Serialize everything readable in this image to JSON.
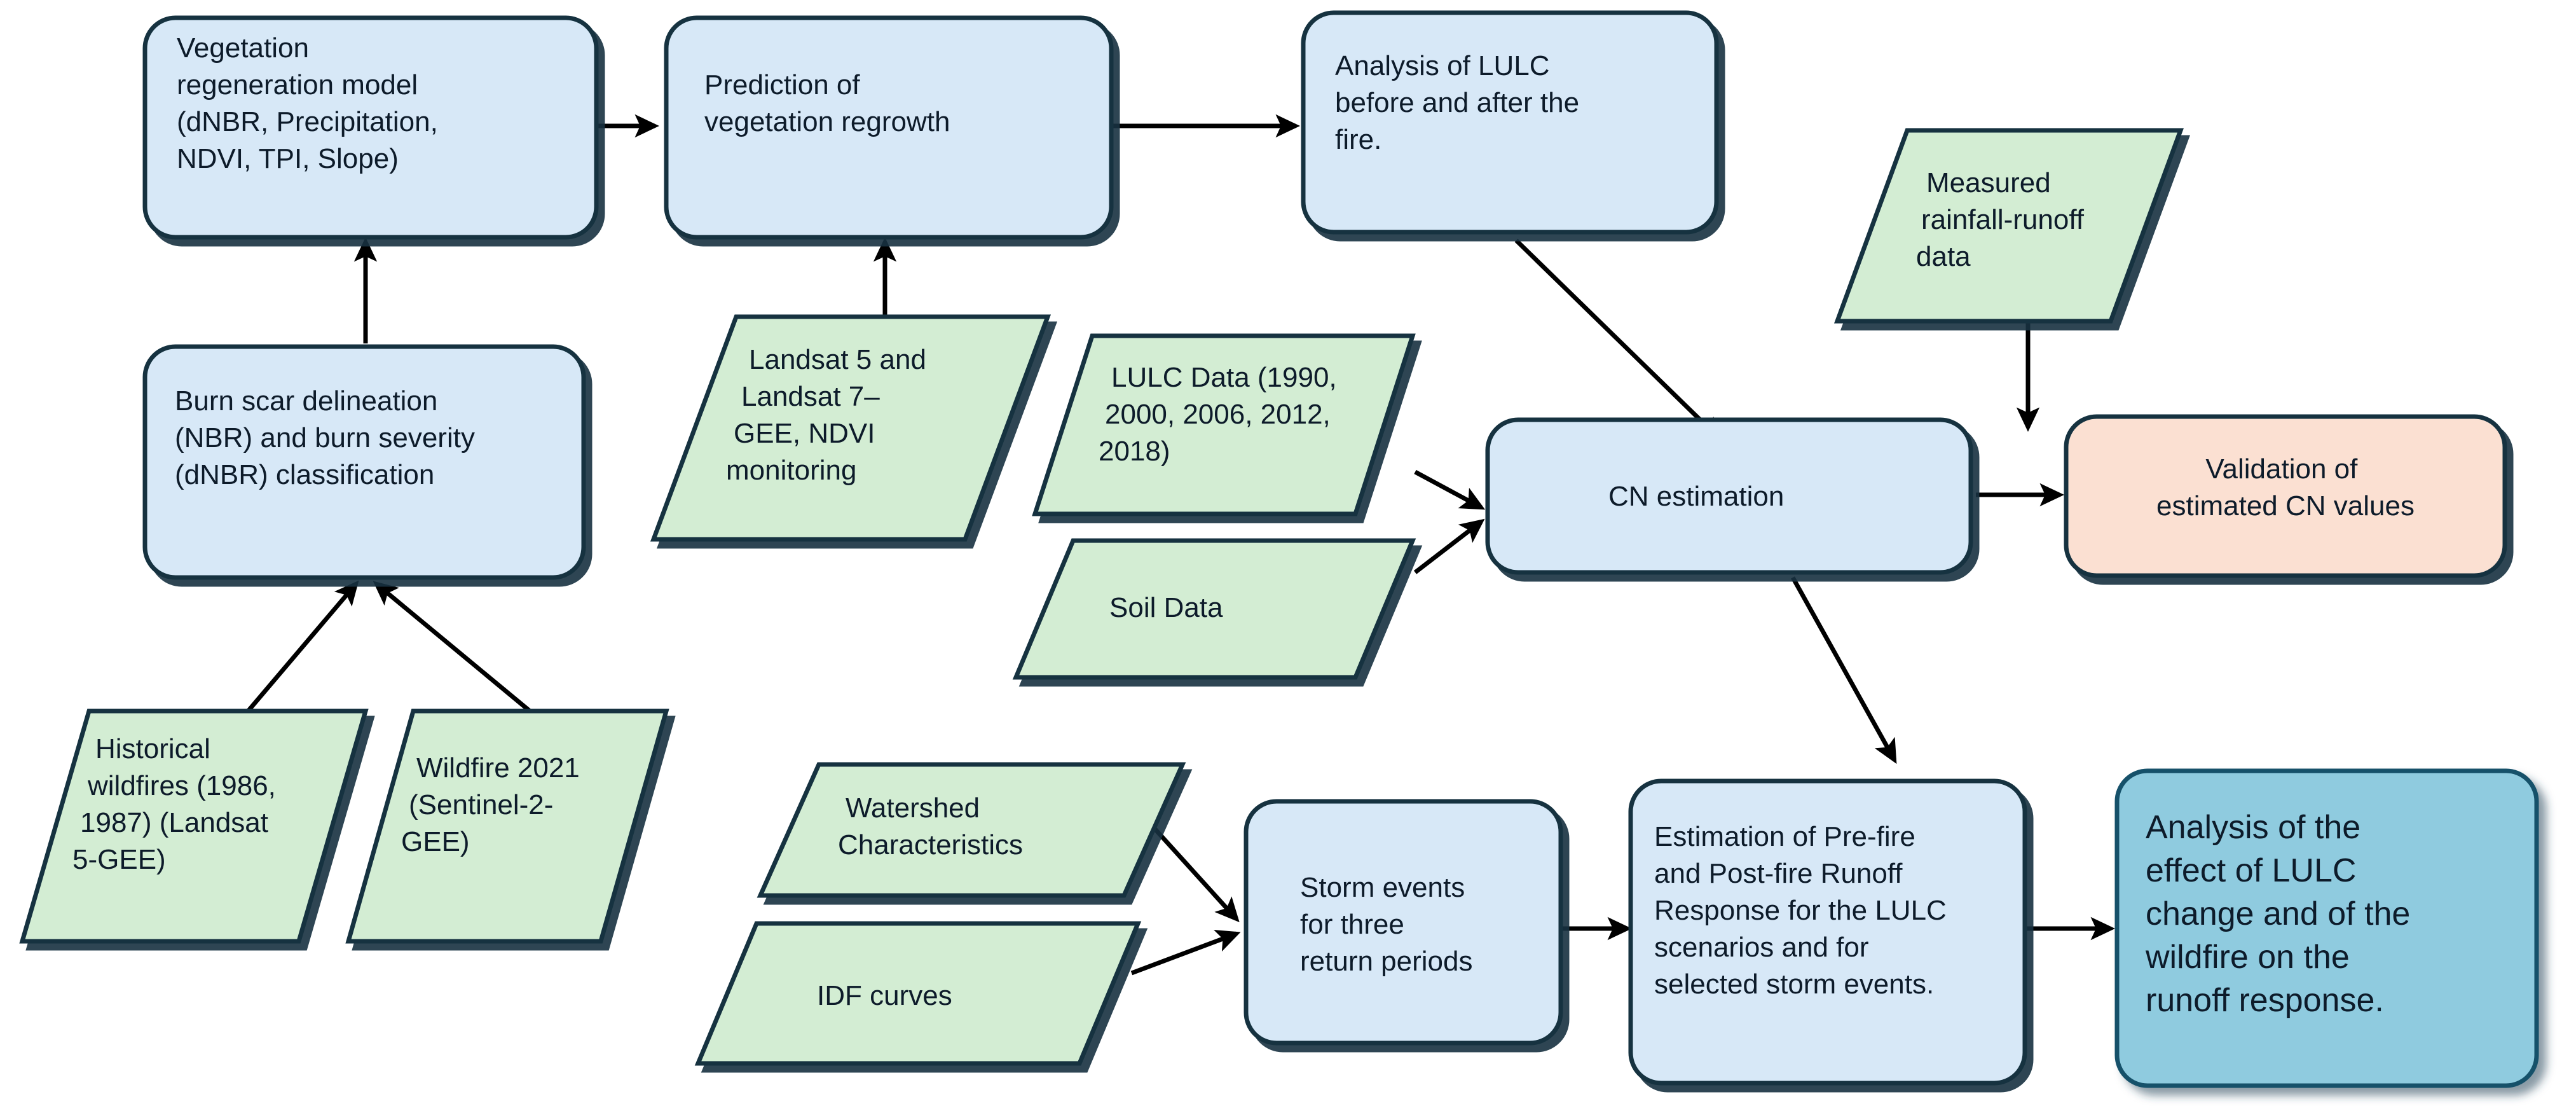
{
  "diagram": {
    "title": "Wildfire LULC and runoff response methodology flowchart",
    "colors": {
      "process_fill": "#d7e8f7",
      "data_fill": "#d3edd3",
      "validation_fill": "#fbe0d2",
      "final_fill": "#8fcbdf",
      "stroke": "#12323f",
      "edge": "#000000"
    }
  },
  "nodes": [
    {
      "id": "vegetation-regeneration-model",
      "shape": "process",
      "lines": [
        "Vegetation",
        "regeneration model",
        "(dNBR, Precipitation,",
        "NDVI, TPI, Slope)"
      ]
    },
    {
      "id": "prediction-of-vegetation-regrowth",
      "shape": "process",
      "lines": [
        "Prediction of",
        "vegetation regrowth"
      ]
    },
    {
      "id": "analysis-of-lulc-before-after-fire",
      "shape": "process",
      "lines": [
        "Analysis of LULC",
        "before and after the",
        "fire."
      ]
    },
    {
      "id": "measured-rainfall-runoff-data",
      "shape": "data",
      "lines": [
        "Measured",
        "rainfall-runoff",
        "data"
      ]
    },
    {
      "id": "burn-scar-delineation",
      "shape": "process",
      "lines": [
        "Burn scar delineation",
        "(NBR) and burn severity",
        "(dNBR) classification"
      ]
    },
    {
      "id": "landsat-ndvi-monitoring",
      "shape": "data",
      "lines": [
        "Landsat 5 and",
        "Landsat 7–",
        "GEE, NDVI",
        "monitoring"
      ]
    },
    {
      "id": "lulc-data",
      "shape": "data",
      "lines": [
        "LULC Data (1990,",
        "2000, 2006, 2012,",
        "2018)"
      ]
    },
    {
      "id": "cn-estimation",
      "shape": "process",
      "lines": [
        "CN estimation"
      ]
    },
    {
      "id": "validation-of-estimated-cn-values",
      "shape": "validation",
      "lines": [
        "Validation of",
        "estimated CN values"
      ]
    },
    {
      "id": "soil-data",
      "shape": "data",
      "lines": [
        "Soil Data"
      ]
    },
    {
      "id": "historical-wildfires",
      "shape": "data",
      "lines": [
        "Historical",
        "wildfires (1986,",
        "1987) (Landsat",
        "5-GEE)"
      ]
    },
    {
      "id": "wildfire-2021",
      "shape": "data",
      "lines": [
        "Wildfire 2021",
        "(Sentinel-2-",
        "GEE)"
      ]
    },
    {
      "id": "watershed-characteristics",
      "shape": "data",
      "lines": [
        "Watershed",
        "Characteristics"
      ]
    },
    {
      "id": "idf-curves",
      "shape": "data",
      "lines": [
        "IDF curves"
      ]
    },
    {
      "id": "storm-events-three-return-periods",
      "shape": "process",
      "lines": [
        "Storm events",
        "for three",
        "return periods"
      ]
    },
    {
      "id": "estimation-of-runoff-response",
      "shape": "process",
      "lines": [
        "Estimation of Pre-fire",
        "and Post-fire Runoff",
        "Response for the LULC",
        "scenarios and for",
        "selected storm events."
      ]
    },
    {
      "id": "analysis-of-effect-on-runoff-response",
      "shape": "final",
      "lines": [
        "Analysis of the",
        "effect of LULC",
        "change and of the",
        "wildfire on the",
        "runoff response."
      ]
    }
  ],
  "edges": [
    {
      "from": "vegetation-regeneration-model",
      "to": "prediction-of-vegetation-regrowth"
    },
    {
      "from": "prediction-of-vegetation-regrowth",
      "to": "analysis-of-lulc-before-after-fire"
    },
    {
      "from": "burn-scar-delineation",
      "to": "vegetation-regeneration-model"
    },
    {
      "from": "landsat-ndvi-monitoring",
      "to": "prediction-of-vegetation-regrowth"
    },
    {
      "from": "historical-wildfires",
      "to": "burn-scar-delineation"
    },
    {
      "from": "wildfire-2021",
      "to": "burn-scar-delineation"
    },
    {
      "from": "analysis-of-lulc-before-after-fire",
      "to": "cn-estimation"
    },
    {
      "from": "lulc-data",
      "to": "cn-estimation"
    },
    {
      "from": "soil-data",
      "to": "cn-estimation"
    },
    {
      "from": "measured-rainfall-runoff-data",
      "to": "validation-of-estimated-cn-values"
    },
    {
      "from": "cn-estimation",
      "to": "validation-of-estimated-cn-values"
    },
    {
      "from": "cn-estimation",
      "to": "estimation-of-runoff-response"
    },
    {
      "from": "watershed-characteristics",
      "to": "storm-events-three-return-periods"
    },
    {
      "from": "idf-curves",
      "to": "storm-events-three-return-periods"
    },
    {
      "from": "storm-events-three-return-periods",
      "to": "estimation-of-runoff-response"
    },
    {
      "from": "estimation-of-runoff-response",
      "to": "analysis-of-effect-on-runoff-response"
    }
  ]
}
